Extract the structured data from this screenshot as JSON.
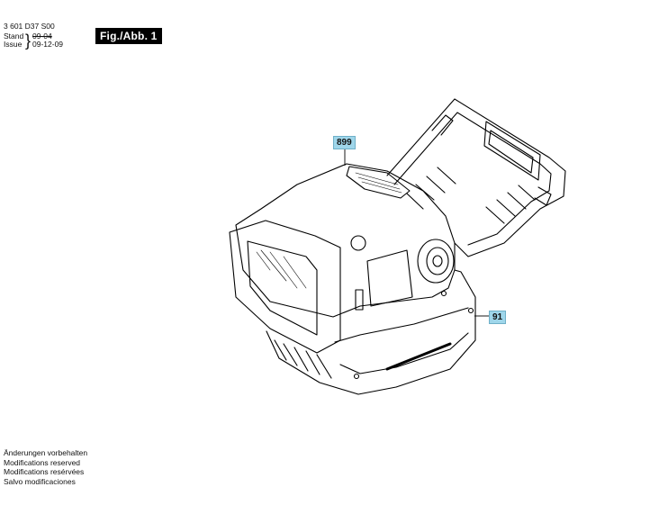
{
  "header": {
    "part_number": "3 601 D37 S00",
    "stand_label": "Stand",
    "issue_label": "Issue",
    "stand_value": "09-04",
    "issue_value": "09-12-09",
    "figure_label": "Fig./Abb. 1"
  },
  "callouts": [
    {
      "number": "899"
    },
    {
      "number": "91"
    }
  ],
  "footer": {
    "lines": [
      "Änderungen vorbehalten",
      "Modifications reserved",
      "Modifications resérvées",
      "Salvo modificaciones"
    ]
  }
}
